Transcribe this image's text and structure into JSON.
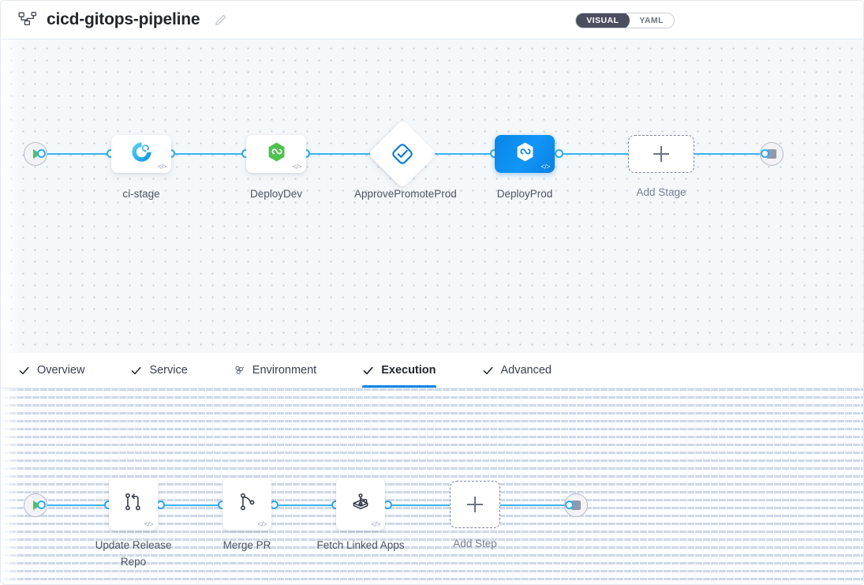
{
  "header": {
    "icon": "pipeline-nodes-icon",
    "title": "cicd-gitops-pipeline",
    "edit_icon": "pencil-edit-icon",
    "view_toggle": {
      "options": [
        "VISUAL",
        "YAML"
      ],
      "selected": "VISUAL",
      "visual_label": "VISUAL",
      "yaml_label": "YAML"
    }
  },
  "stage_canvas": {
    "start_node": {
      "name": "pipeline-start",
      "icon": "play-icon"
    },
    "end_node": {
      "name": "pipeline-end",
      "icon": "stop-icon"
    },
    "stages": [
      {
        "id": "ci-stage",
        "label": "ci-stage",
        "type": "ci",
        "shape": "rounded",
        "icon": "harness-ci-icon",
        "selected": false,
        "code_badge": "</>"
      },
      {
        "id": "deploy-dev",
        "label": "DeployDev",
        "type": "cd",
        "shape": "rounded",
        "icon": "green-hexagon-infinity-icon",
        "selected": false,
        "code_badge": "</>"
      },
      {
        "id": "approve-promote-prod",
        "label": "ApprovePromoteProd",
        "type": "approval",
        "shape": "diamond",
        "icon": "approval-check-icon",
        "selected": false,
        "code_badge": ""
      },
      {
        "id": "deploy-prod",
        "label": "DeployProd",
        "type": "cd",
        "shape": "rounded",
        "icon": "white-hexagon-infinity-icon",
        "selected": true,
        "code_badge": "</>"
      }
    ],
    "add_stage": {
      "label": "Add Stage",
      "icon": "plus-icon"
    }
  },
  "tabs": [
    {
      "id": "overview",
      "label": "Overview",
      "icon": "check-icon",
      "active": false
    },
    {
      "id": "service",
      "label": "Service",
      "icon": "check-icon",
      "active": false
    },
    {
      "id": "environment",
      "label": "Environment",
      "icon": "cluster-icon",
      "active": false
    },
    {
      "id": "execution",
      "label": "Execution",
      "icon": "check-icon",
      "active": true
    },
    {
      "id": "advanced",
      "label": "Advanced",
      "icon": "check-icon",
      "active": false
    }
  ],
  "step_canvas": {
    "start_node": {
      "name": "execution-start",
      "icon": "play-icon"
    },
    "end_node": {
      "name": "execution-end",
      "icon": "stop-icon"
    },
    "steps": [
      {
        "id": "update-release-repo",
        "label": "Update Release Repo",
        "icon": "git-merge-icon",
        "code_badge": "</>"
      },
      {
        "id": "merge-pr",
        "label": "Merge PR",
        "icon": "git-branch-icon",
        "code_badge": "</>"
      },
      {
        "id": "fetch-linked-apps",
        "label": "Fetch Linked Apps",
        "icon": "harness-gitops-icon",
        "code_badge": "</>"
      }
    ],
    "add_step": {
      "label": "Add Step",
      "icon": "plus-icon"
    }
  },
  "colors": {
    "accent_blue": "#0a85e8",
    "wire_blue": "#39b3f3",
    "selected_node": "#0a85e8",
    "canvas_top_bg": "#f4f8fb",
    "canvas_bottom_bg": "#fcfdfe",
    "toggle_active_bg": "#4b4e5e",
    "play_green": "#4dc26a",
    "stop_gray": "#9099ab"
  }
}
